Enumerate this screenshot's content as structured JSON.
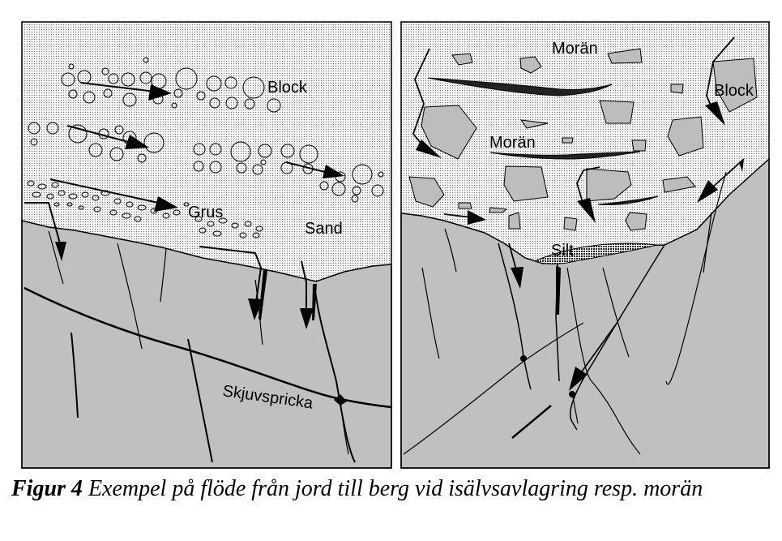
{
  "left_panel": {
    "labels": {
      "block": "Block",
      "grus": "Grus",
      "sand": "Sand",
      "skjuvspricka": "Skjuvspricka"
    }
  },
  "right_panel": {
    "labels": {
      "moran_top": "Morän",
      "moran_mid": "Morän",
      "block": "Block",
      "silt": "Silt"
    }
  },
  "caption": {
    "figure_label": "Figur 4",
    "text": "Exempel på flöde från jord till berg vid isälvsavlagring resp. morän"
  },
  "colors": {
    "soil_base": "#f2f2f2",
    "soil_dots": "#6e6e6e",
    "bedrock": "#c0c0c0",
    "stones": "#bdbdbd",
    "ink": "#000000"
  }
}
